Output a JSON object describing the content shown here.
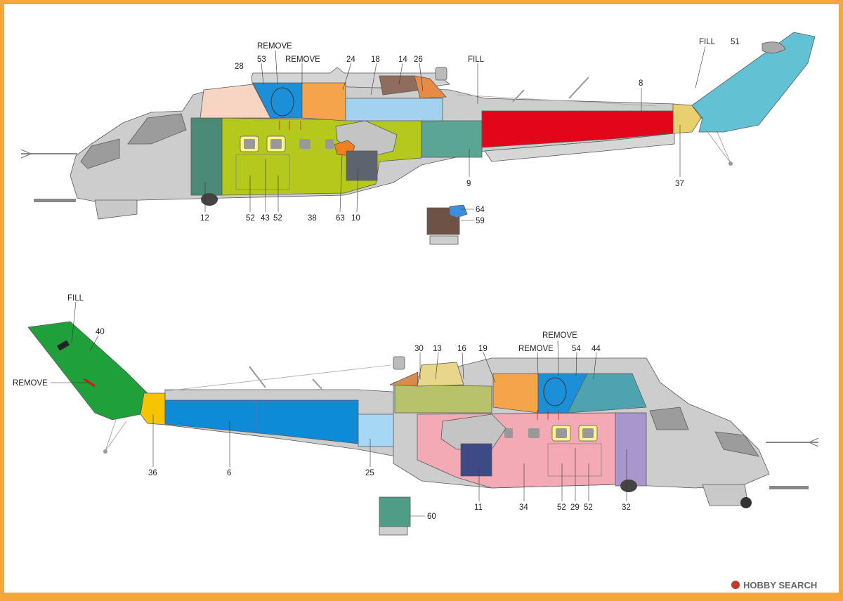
{
  "top_view": {
    "labels": [
      {
        "id": "remove-1",
        "text": "REMOVE"
      },
      {
        "id": "remove-2",
        "text": "REMOVE"
      },
      {
        "id": "fill",
        "text": "FILL"
      },
      {
        "id": "fill-tail",
        "text": "FILL"
      },
      {
        "id": "n53",
        "text": "53"
      },
      {
        "id": "n28",
        "text": "28"
      },
      {
        "id": "n24",
        "text": "24"
      },
      {
        "id": "n18",
        "text": "18"
      },
      {
        "id": "n14",
        "text": "14"
      },
      {
        "id": "n26",
        "text": "26"
      },
      {
        "id": "n8",
        "text": "8"
      },
      {
        "id": "n51",
        "text": "51"
      },
      {
        "id": "n37",
        "text": "37"
      },
      {
        "id": "n9",
        "text": "9"
      },
      {
        "id": "n12",
        "text": "12"
      },
      {
        "id": "n52a",
        "text": "52"
      },
      {
        "id": "n43",
        "text": "43"
      },
      {
        "id": "n52b",
        "text": "52"
      },
      {
        "id": "n38",
        "text": "38"
      },
      {
        "id": "n63",
        "text": "63"
      },
      {
        "id": "n10",
        "text": "10"
      },
      {
        "id": "n64",
        "text": "64"
      },
      {
        "id": "n59",
        "text": "59"
      }
    ]
  },
  "bottom_view": {
    "labels": [
      {
        "id": "fill",
        "text": "FILL"
      },
      {
        "id": "n40",
        "text": "40"
      },
      {
        "id": "remove-tail",
        "text": "REMOVE"
      },
      {
        "id": "n36",
        "text": "36"
      },
      {
        "id": "n6",
        "text": "6"
      },
      {
        "id": "n25",
        "text": "25"
      },
      {
        "id": "n30",
        "text": "30"
      },
      {
        "id": "n13",
        "text": "13"
      },
      {
        "id": "n16",
        "text": "16"
      },
      {
        "id": "n19",
        "text": "19"
      },
      {
        "id": "remove-1",
        "text": "REMOVE"
      },
      {
        "id": "remove-2",
        "text": "REMOVE"
      },
      {
        "id": "n54",
        "text": "54"
      },
      {
        "id": "n44",
        "text": "44"
      },
      {
        "id": "n11",
        "text": "11"
      },
      {
        "id": "n34",
        "text": "34"
      },
      {
        "id": "n52a",
        "text": "52"
      },
      {
        "id": "n29",
        "text": "29"
      },
      {
        "id": "n52b",
        "text": "52"
      },
      {
        "id": "n32",
        "text": "32"
      },
      {
        "id": "n60",
        "text": "60"
      }
    ]
  },
  "watermark": {
    "brand": "HOBBY SEARCH"
  },
  "colors": {
    "background": "#ffffff",
    "border": "#f4a63a",
    "fuselage": "#cdcdcd",
    "panel_8": "#e3061b",
    "panel_38": "#b5c81c",
    "panel_53": "#1b8fd8",
    "panel_24": "#f5a44a",
    "panel_28": "#f8d4c2",
    "panel_18": "#a3d2ee",
    "panel_14": "#8f6c5e",
    "panel_26": "#e58b46",
    "panel_9": "#5aa594",
    "panel_12": "#4a8a77",
    "panel_37": "#e9d06e",
    "panel_51": "#62c1d3",
    "panel_10": "#5d6470",
    "panel_63": "#f08020",
    "panel_59": "#6e5246",
    "panel_64": "#3b8ee0",
    "panel_40": "#20a03a",
    "panel_36": "#f6c400",
    "panel_6": "#0d8bd6",
    "panel_25": "#a6d8f3",
    "panel_34": "#f3aab4",
    "panel_32": "#a896cc",
    "panel_11": "#3d4a86",
    "panel_13": "#e8d68a",
    "panel_30": "#d98a4e",
    "panel_16": "#b8c26a",
    "panel_19": "#f5a44a",
    "panel_54": "#1b8fd8",
    "panel_44": "#4fa3b0",
    "panel_60": "#4f9c87"
  }
}
